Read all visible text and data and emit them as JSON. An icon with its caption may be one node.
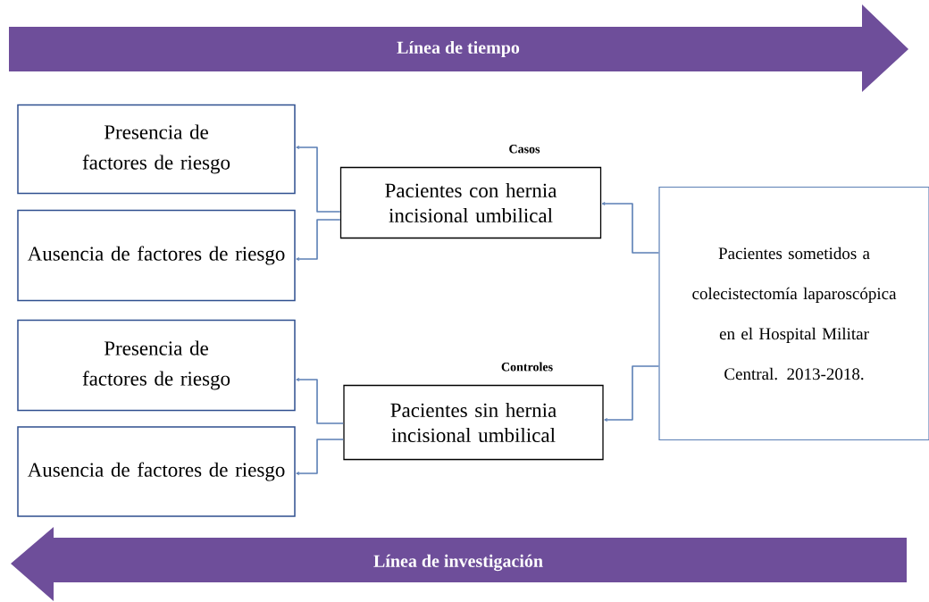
{
  "diagram": {
    "nodes": [
      {
        "text": [
          "Línea de tiempo"
        ]
      },
      {
        "text": [
          "Presencia de factores de riesgo"
        ]
      },
      {
        "text": [
          "Ausencia de factores de riesgo"
        ]
      },
      {
        "text": [
          "Casos",
          "Pacientes con hernia incisional umbilical"
        ]
      },
      {
        "text": [
          "Pacientes sometidos a colecistectomía laparoscópica en el Hospital Militar Central. 2013-2018."
        ]
      },
      {
        "text": [
          "Presencia de factores de riesgo"
        ]
      },
      {
        "text": [
          "Ausencia de factores de riesgo"
        ]
      },
      {
        "text": [
          "Controles",
          "Pacientes sin hernia incisional umbilical"
        ]
      },
      {
        "text": [
          "Línea de investigación"
        ]
      }
    ],
    "edges": [
      {
        "from": 4,
        "to": 3,
        "arrow": "to"
      },
      {
        "from": 4,
        "to": 7,
        "arrow": "to"
      },
      {
        "from": 3,
        "to": 1,
        "arrow": "to"
      },
      {
        "from": 3,
        "to": 2,
        "arrow": "to"
      },
      {
        "from": 7,
        "to": 5,
        "arrow": "to"
      },
      {
        "from": 7,
        "to": 6,
        "arrow": "to"
      }
    ]
  }
}
